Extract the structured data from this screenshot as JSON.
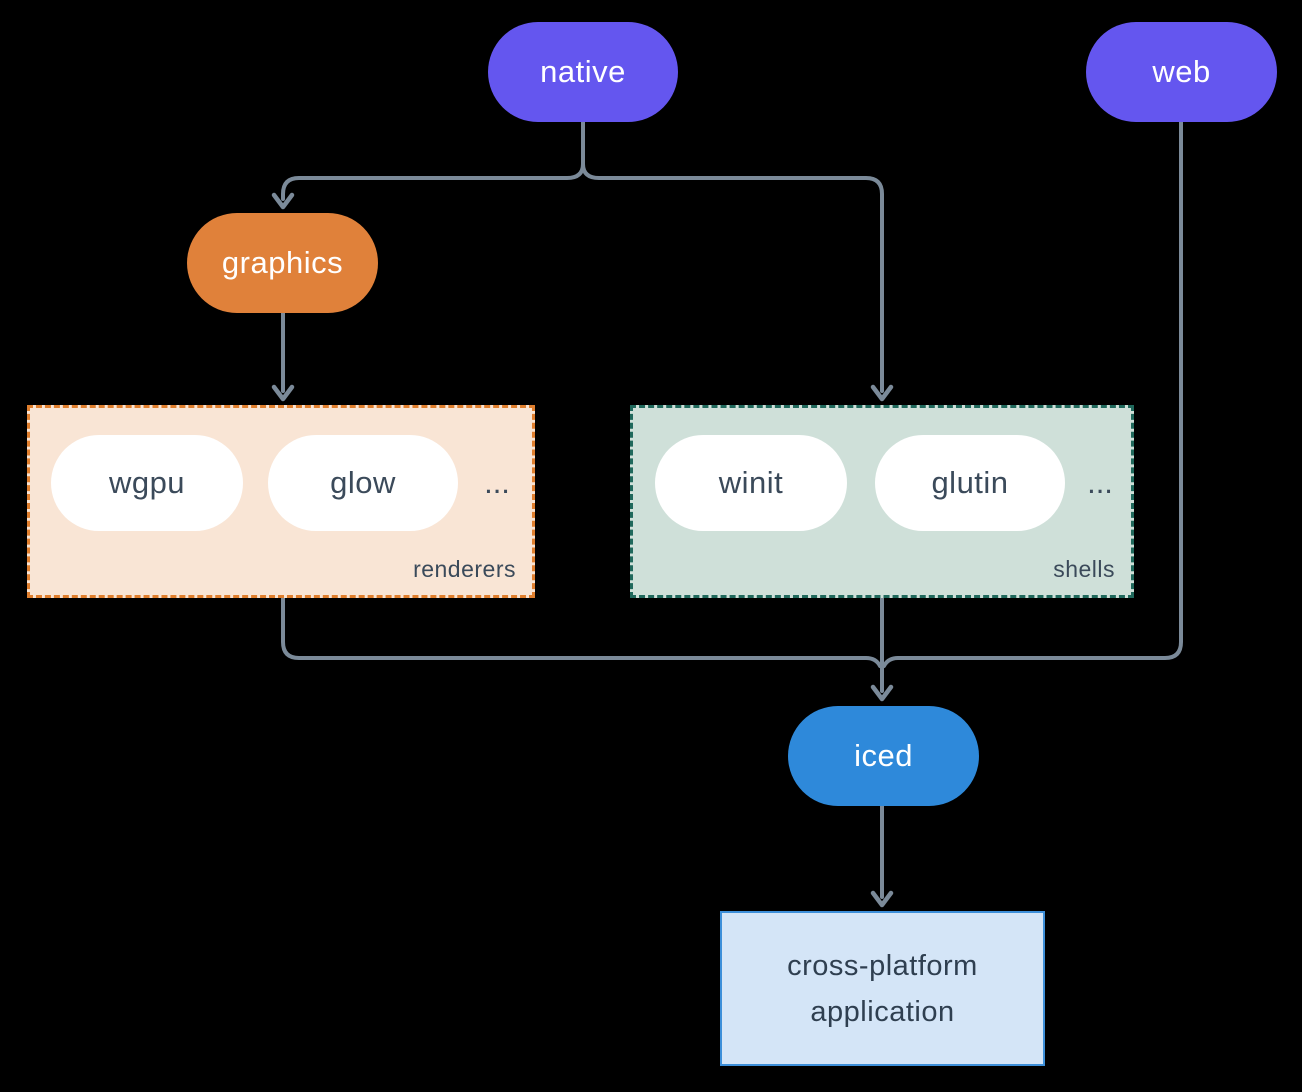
{
  "diagram": {
    "background": "#000000",
    "arrow_color": "#7b8a99",
    "nodes": {
      "native": {
        "label": "native",
        "color": "#6456ef",
        "text_color": "#ffffff"
      },
      "web": {
        "label": "web",
        "color": "#6456ef",
        "text_color": "#ffffff"
      },
      "graphics": {
        "label": "graphics",
        "color": "#e0813a",
        "text_color": "#ffffff"
      },
      "iced": {
        "label": "iced",
        "color": "#2e89da",
        "text_color": "#ffffff"
      },
      "application": {
        "label_line1": "cross-platform",
        "label_line2": "application",
        "fill": "#d4e5f7",
        "border": "#3d8fd9",
        "text_color": "#2f3f50"
      }
    },
    "groups": {
      "renderers": {
        "label": "renderers",
        "fill": "#f9e5d5",
        "border": "#e07f2e",
        "items": [
          "wgpu",
          "glow"
        ],
        "ellipsis": "..."
      },
      "shells": {
        "label": "shells",
        "fill": "#cfe0d9",
        "border": "#20695c",
        "items": [
          "winit",
          "glutin"
        ],
        "ellipsis": "..."
      }
    },
    "edges": [
      {
        "from": "native",
        "to": "graphics"
      },
      {
        "from": "native",
        "to": "shells"
      },
      {
        "from": "graphics",
        "to": "renderers"
      },
      {
        "from": "renderers",
        "to": "iced"
      },
      {
        "from": "shells",
        "to": "iced"
      },
      {
        "from": "web",
        "to": "iced"
      },
      {
        "from": "iced",
        "to": "application"
      }
    ]
  }
}
